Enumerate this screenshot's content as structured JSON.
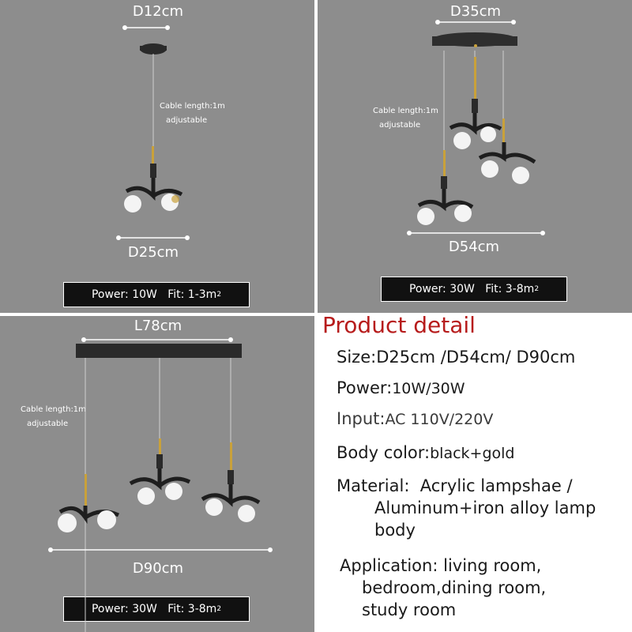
{
  "panel1": {
    "top_dim": "D12cm",
    "cable_note": [
      "Cable length:1m",
      "adjustable"
    ],
    "bottom_dim": "D25cm",
    "spec": {
      "power": "Power: 10W",
      "fit": "Fit: 1-3m",
      "unit_sup": "2"
    }
  },
  "panel2": {
    "top_dim": "D35cm",
    "cable_note": [
      "Cable length:1m",
      "adjustable"
    ],
    "bottom_dim": "D54cm",
    "spec": {
      "power": "Power: 30W",
      "fit": "Fit: 3-8m",
      "unit_sup": "2"
    }
  },
  "panel3": {
    "top_dim": "L78cm",
    "cable_note": [
      "Cable length:1m",
      "adjustable"
    ],
    "bottom_dim": "D90cm",
    "spec": {
      "power": "Power: 30W",
      "fit": "Fit: 3-8m",
      "unit_sup": "2"
    }
  },
  "detail": {
    "title": "Product detail",
    "size_label": "Size:",
    "size_value": "D25cm /D54cm/ D90cm",
    "power_label": "Power:",
    "power_value": "10W/30W",
    "input_label": "Input:",
    "input_value": "AC 110V/220V",
    "color_label": "Body color:",
    "color_value": "black+gold",
    "material_label": "Material:",
    "material_lines": [
      "Acrylic lampshae /",
      "Aluminum+iron alloy lamp",
      "body"
    ],
    "application_label": "Application:",
    "application_lines": [
      "living room,",
      "bedroom,dining room,",
      "study room"
    ]
  },
  "colors": {
    "panel_bg": "#8d8d8d",
    "title_red": "#b71c1c",
    "spec_bg": "#111111",
    "gold": "#c9a13a"
  }
}
